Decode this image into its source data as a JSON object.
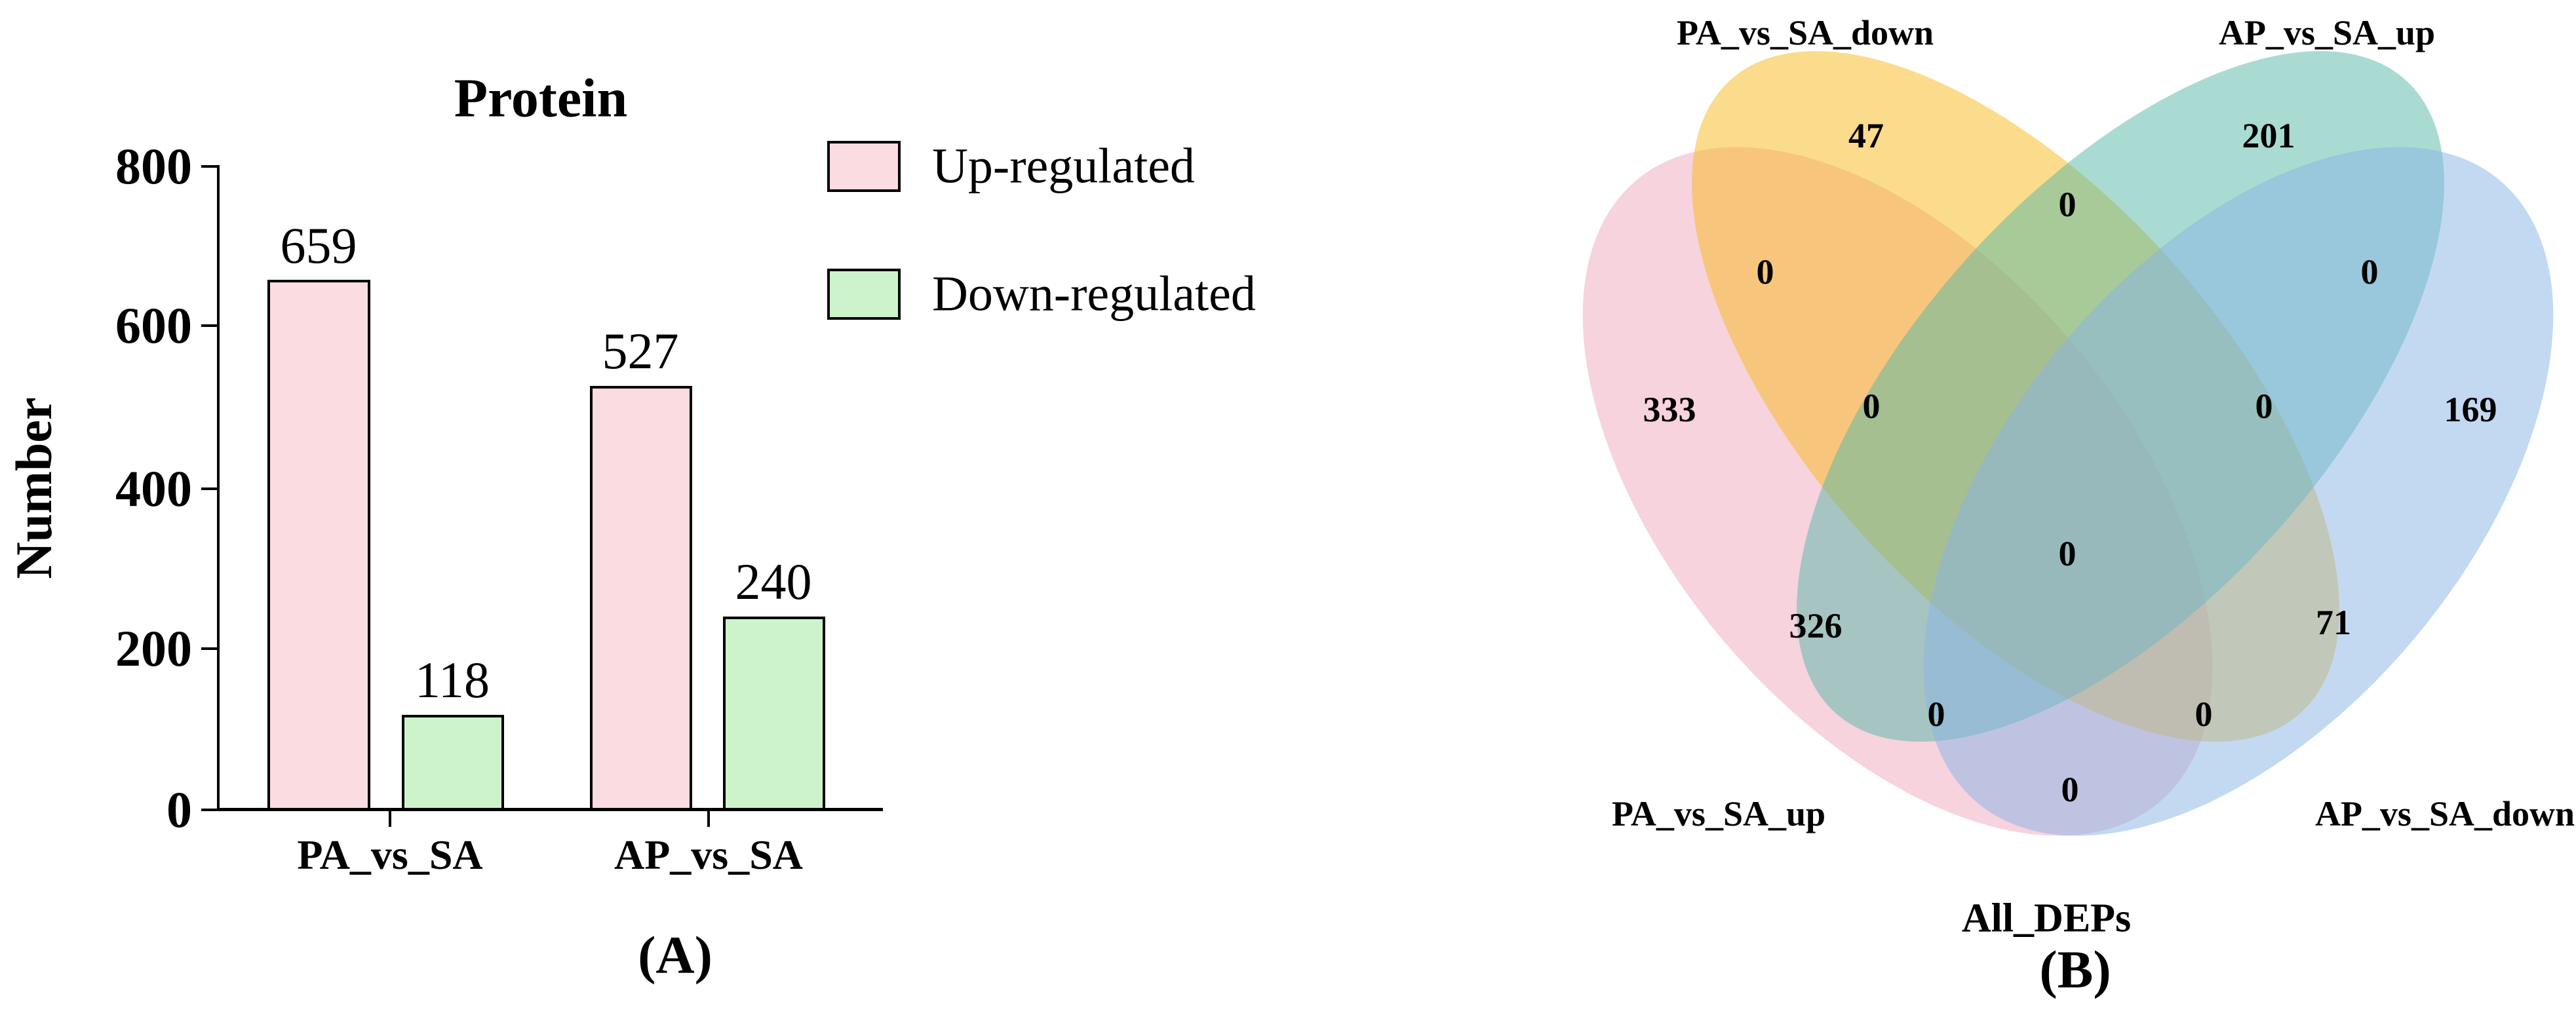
{
  "panel_a": {
    "panel_label": "(A)",
    "title": "Protein",
    "y_axis_label": "Number",
    "y_ticks": [
      "800",
      "600",
      "400",
      "200",
      "0"
    ],
    "x_categories": [
      "PA_vs_SA",
      "AP_vs_SA"
    ],
    "legend": [
      {
        "label": "Up-regulated",
        "color": "#FBDCE0"
      },
      {
        "label": "Down-regulated",
        "color": "#CDF3CB"
      }
    ]
  },
  "panel_b": {
    "panel_label": "(B)",
    "set_labels": {
      "top_left": "PA_vs_SA_down",
      "top_right": "AP_vs_SA_up",
      "bottom_left": "PA_vs_SA_up",
      "bottom_right": "AP_vs_SA_down",
      "bottom_center": "All_DEPs"
    },
    "ellipse_colors": {
      "pink": "#EFA7BD",
      "yellow": "#F7B919",
      "teal": "#56B8A5",
      "blue": "#87B3E5"
    }
  },
  "chart_data": [
    {
      "type": "bar",
      "title": "Protein",
      "categories": [
        "PA_vs_SA",
        "AP_vs_SA"
      ],
      "series": [
        {
          "name": "Up-regulated",
          "color": "#FBDCE0",
          "values": [
            659,
            527
          ]
        },
        {
          "name": "Down-regulated",
          "color": "#CDF3CB",
          "values": [
            118,
            240
          ]
        }
      ],
      "xlabel": "",
      "ylabel": "Number",
      "ylim": [
        0,
        800
      ],
      "yticks": [
        0,
        200,
        400,
        600,
        800
      ],
      "legend_position": "top-right",
      "grid": false,
      "bar_outline": "#000000"
    },
    {
      "type": "venn",
      "sets": [
        "PA_vs_SA_up",
        "PA_vs_SA_down",
        "AP_vs_SA_up",
        "AP_vs_SA_down"
      ],
      "bottom_label": "All_DEPs",
      "regions": [
        {
          "sets": [
            "PA_vs_SA_down"
          ],
          "value": 47
        },
        {
          "sets": [
            "AP_vs_SA_up"
          ],
          "value": 201
        },
        {
          "sets": [
            "PA_vs_SA_down",
            "AP_vs_SA_up"
          ],
          "value": 0
        },
        {
          "sets": [
            "PA_vs_SA_up",
            "PA_vs_SA_down"
          ],
          "value": 0
        },
        {
          "sets": [
            "AP_vs_SA_up",
            "AP_vs_SA_down"
          ],
          "value": 0
        },
        {
          "sets": [
            "PA_vs_SA_up"
          ],
          "value": 333
        },
        {
          "sets": [
            "PA_vs_SA_up",
            "PA_vs_SA_down",
            "AP_vs_SA_up"
          ],
          "value": 0
        },
        {
          "sets": [
            "PA_vs_SA_down",
            "AP_vs_SA_up",
            "AP_vs_SA_down"
          ],
          "value": 0
        },
        {
          "sets": [
            "AP_vs_SA_down"
          ],
          "value": 169
        },
        {
          "sets": [
            "PA_vs_SA_up",
            "PA_vs_SA_down",
            "AP_vs_SA_up",
            "AP_vs_SA_down"
          ],
          "value": 0
        },
        {
          "sets": [
            "PA_vs_SA_up",
            "AP_vs_SA_up"
          ],
          "value": 326
        },
        {
          "sets": [
            "PA_vs_SA_down",
            "AP_vs_SA_down"
          ],
          "value": 71
        },
        {
          "sets": [
            "PA_vs_SA_up",
            "AP_vs_SA_up",
            "AP_vs_SA_down"
          ],
          "value": 0
        },
        {
          "sets": [
            "PA_vs_SA_up",
            "PA_vs_SA_down",
            "AP_vs_SA_down"
          ],
          "value": 0
        },
        {
          "sets": [
            "PA_vs_SA_up",
            "AP_vs_SA_down"
          ],
          "value": 0
        }
      ]
    }
  ]
}
